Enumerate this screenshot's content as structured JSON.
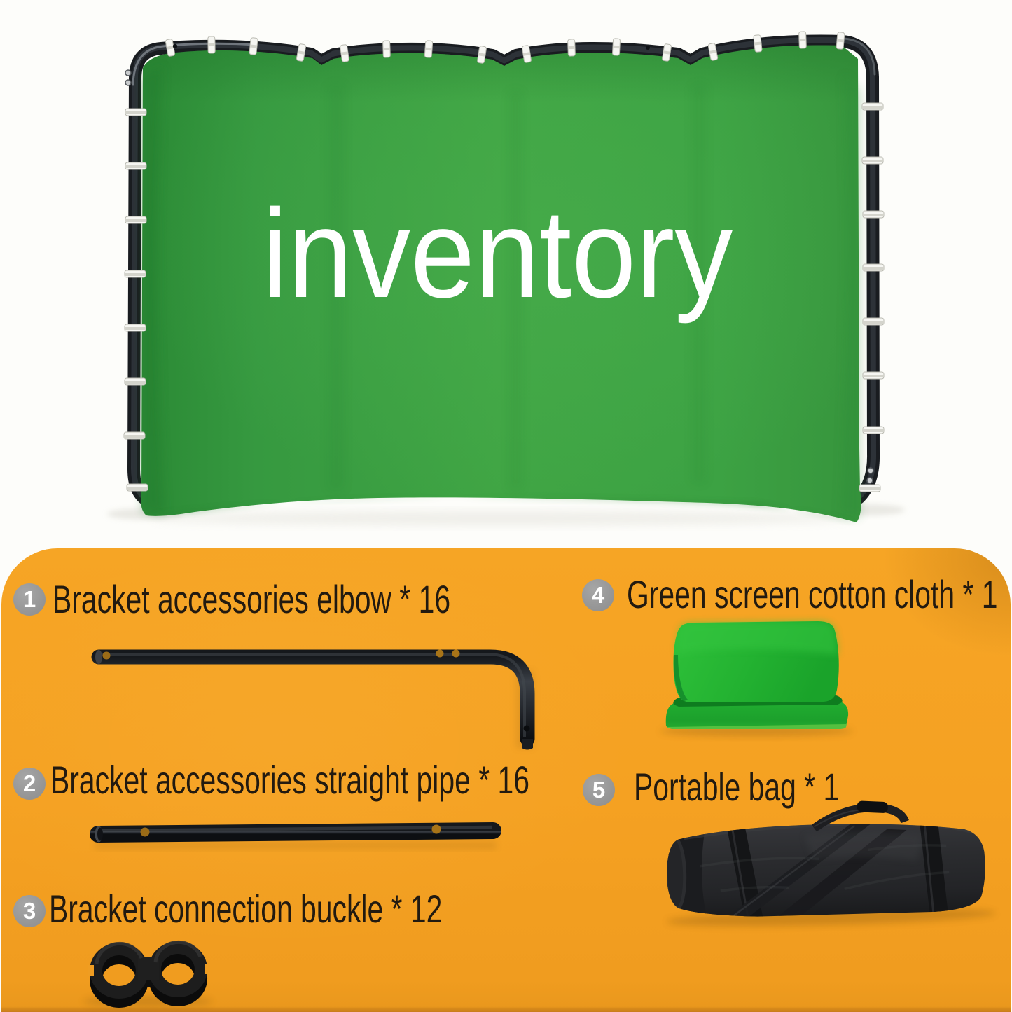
{
  "hero": {
    "label": "inventory",
    "screen_color": "#3fa444",
    "frame_color": "#22262a",
    "clip_color": "#f5f5f1",
    "background_color": "#fdfdfa",
    "text_color": "#ffffff"
  },
  "panel": {
    "background_color": "#f6a426",
    "badge_color": "#979797",
    "badge_text_color": "#ffffff",
    "text_color": "#221a10",
    "items": [
      {
        "number": "1",
        "label": "Bracket accessories elbow * 16",
        "image": "elbow-pipe"
      },
      {
        "number": "2",
        "label": "Bracket accessories straight pipe * 16",
        "image": "straight-pipe"
      },
      {
        "number": "3",
        "label": "Bracket connection buckle * 12",
        "image": "connection-buckle"
      },
      {
        "number": "4",
        "label": "Green screen cotton cloth * 1",
        "image": "folded-green-cloth"
      },
      {
        "number": "5",
        "label": "Portable bag * 1",
        "image": "portable-bag"
      }
    ]
  }
}
